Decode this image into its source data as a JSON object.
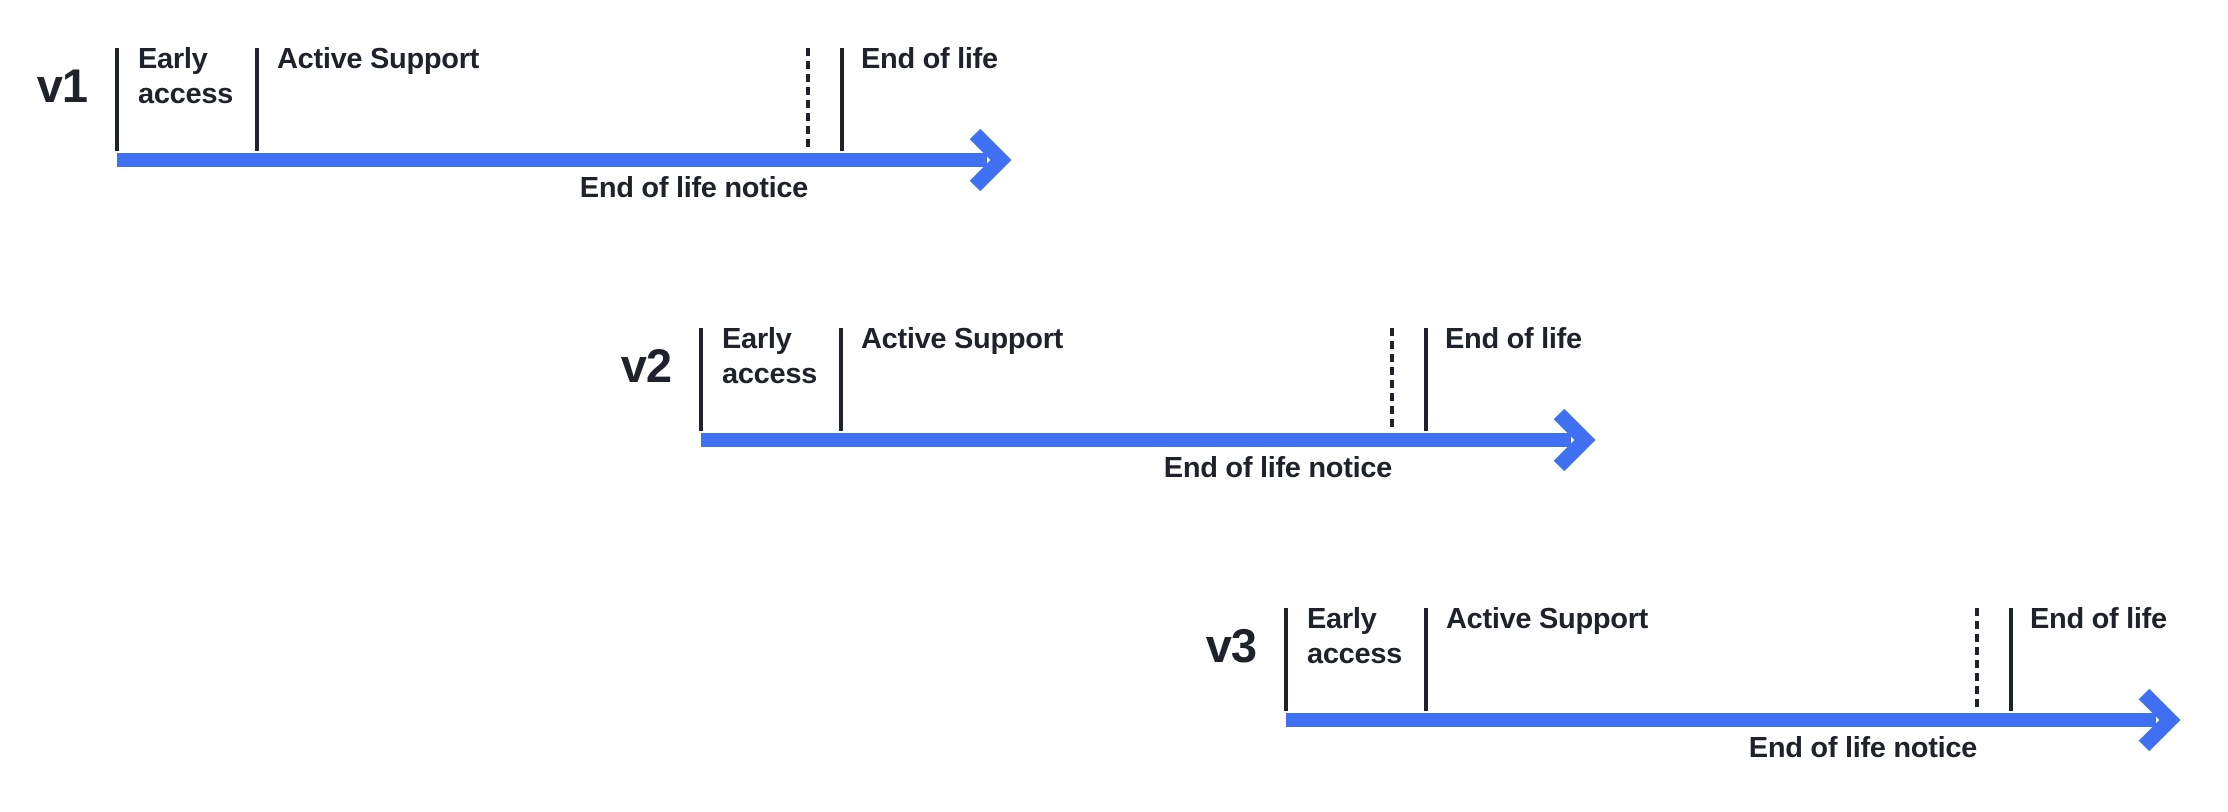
{
  "colors": {
    "arrow": "#4070F2",
    "ink": "#1E222A",
    "background": "#FFFFFF"
  },
  "timelines": [
    {
      "version": "v1",
      "early_access_label": "Early access",
      "active_support_label": "Active Support",
      "end_of_life_label": "End of life",
      "notice_label": "End of life notice"
    },
    {
      "version": "v2",
      "early_access_label": "Early access",
      "active_support_label": "Active Support",
      "end_of_life_label": "End of life",
      "notice_label": "End of life notice"
    },
    {
      "version": "v3",
      "early_access_label": "Early access",
      "active_support_label": "Active Support",
      "end_of_life_label": "End of life",
      "notice_label": "End of life notice"
    }
  ]
}
